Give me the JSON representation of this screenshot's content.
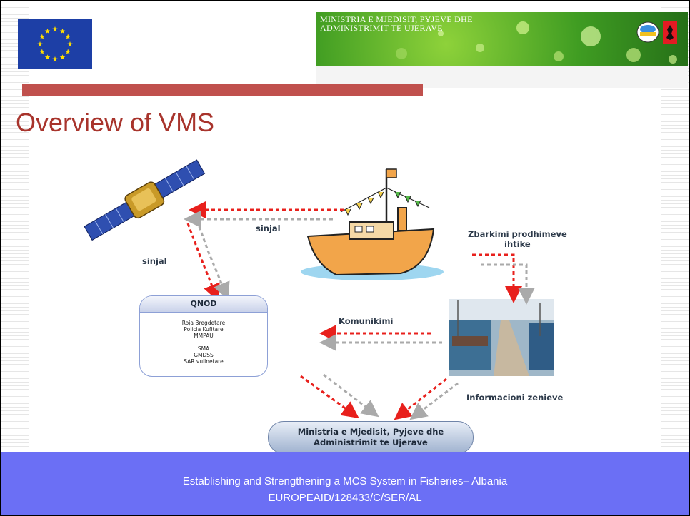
{
  "banner": {
    "line1": "MINISTRIA E MJEDISIT, PYJEVE DHE",
    "line2": "ADMINISTRIMIT TE UJERAVE"
  },
  "slide_title": "Overview of VMS",
  "diagram": {
    "labels": {
      "sinjal_top": "sinjal",
      "sinjal_left": "sinjal",
      "zbarkimi_line1": "Zbarkimi prodhimeve",
      "zbarkimi_line2": "ihtike",
      "komunikimi": "Komunikimi",
      "informacioni": "Informacioni zenieve"
    },
    "qnod": {
      "title": "QNOD",
      "group1": [
        "Roja Bregdetare",
        "Policia Kufitare",
        "MMPAU"
      ],
      "group2": [
        "SMA",
        "GMDSS",
        "SAR vullnetare"
      ]
    },
    "ministry": {
      "line1": "Ministria e Mjedisit, Pyjeve dhe",
      "line2": "Administrimit te Ujerave"
    },
    "arrow_colors": {
      "primary": "#e8201c",
      "secondary": "#aaaaaa"
    }
  },
  "footer": {
    "line1": "Establishing and Strengthening a MCS System in Fisheries– Albania",
    "line2": "EUROPEAID/128433/C/SER/AL"
  },
  "colors": {
    "title": "#a8342c",
    "accent_bar": "#c0504d",
    "footer_bg": "#6b6ff5",
    "eu_blue": "#1d3fa6"
  }
}
